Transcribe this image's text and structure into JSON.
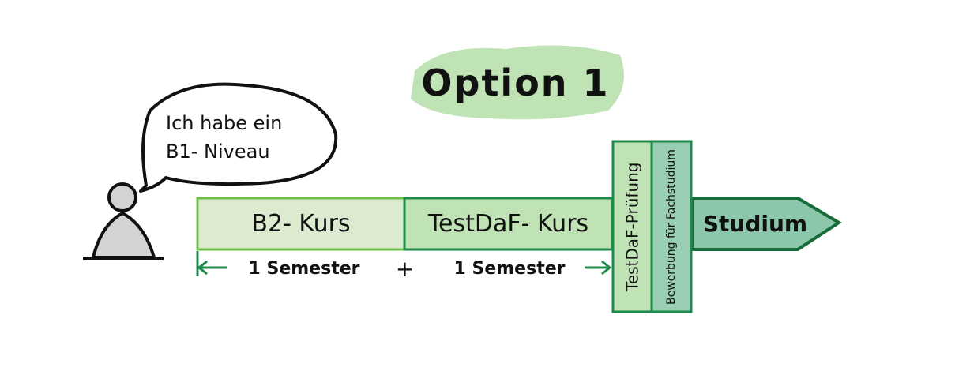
{
  "title": "Option 1",
  "speech_bubble": {
    "line1": "Ich habe ein",
    "line2": "B1- Niveau"
  },
  "timeline": {
    "b2_course": "B2- Kurs",
    "testdaf_course": "TestDaF- Kurs",
    "testdaf_exam": "TestDaF-Prüfung",
    "application_line1": "Bewerbung",
    "application_line2": "für Fachstudium",
    "study": "Studium",
    "duration_1": "1 Semester",
    "plus": "+",
    "duration_2": "1 Semester"
  },
  "colors": {
    "title_highlight": "#bfe3b4",
    "b2_fill": "#dcebd0",
    "b2_border": "#6fbf4a",
    "testdaf_fill": "#bfe3b4",
    "border_dark": "#1f8a4c",
    "application_fill": "#99cdb4",
    "study_fill": "#8cc7ab",
    "study_border": "#1a6b3c",
    "person_fill": "#d3d3d3"
  }
}
